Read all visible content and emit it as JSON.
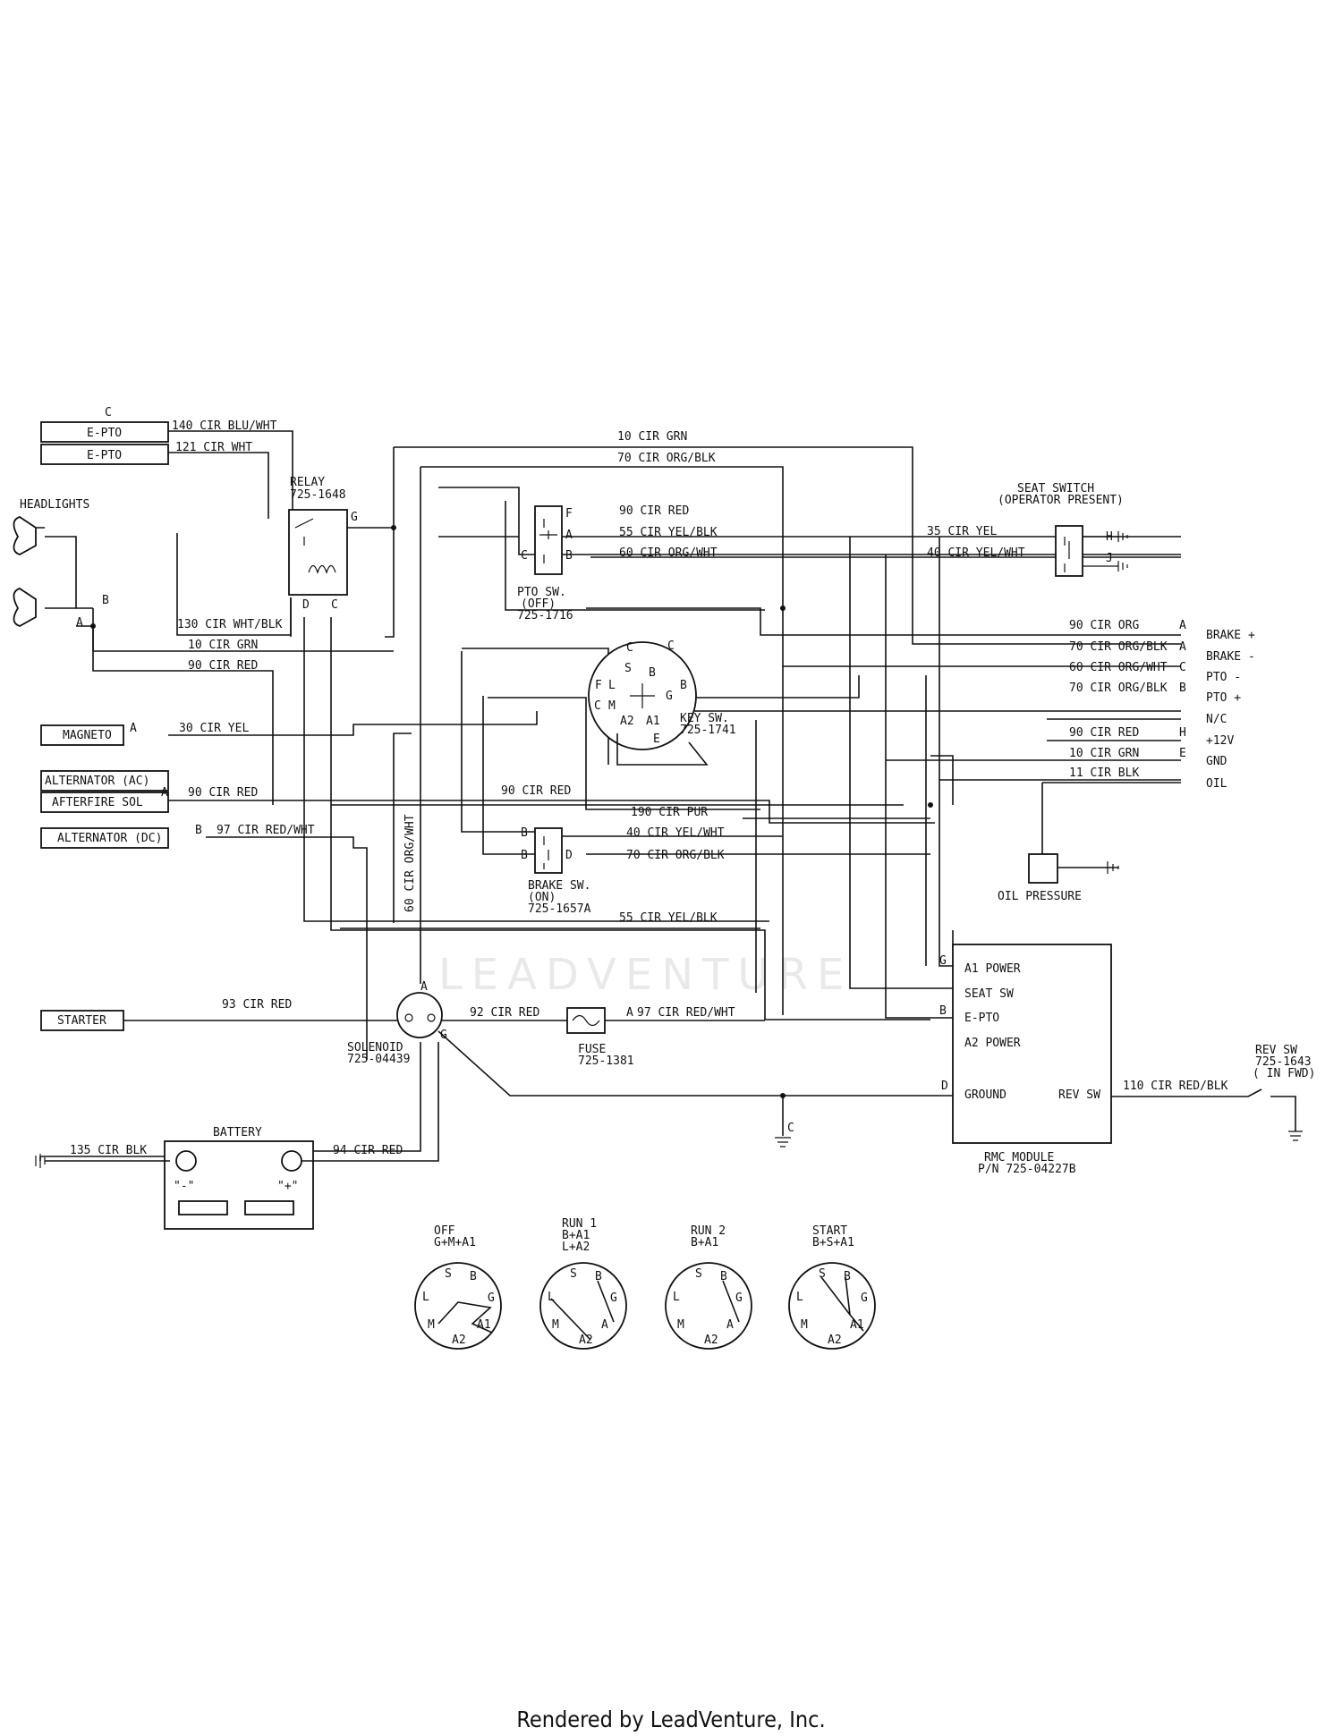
{
  "connectors": {
    "c_top": "C",
    "epto1": "E-PTO",
    "epto2": "E-PTO",
    "headlights": "HEADLIGHTS",
    "magneto": "MAGNETO",
    "alt_ac": "ALTERNATOR (AC)",
    "afterfire": "AFTERFIRE SOL",
    "alt_dc": "ALTERNATOR (DC)",
    "starter": "STARTER",
    "battery": "BATTERY",
    "neg": "\"-\"",
    "pos": "\"+\""
  },
  "wires": {
    "w140": "140 CIR BLU/WHT",
    "w121": "121 CIR WHT",
    "w10a": "10 CIR GRN",
    "w70a": "70 CIR ORG/BLK",
    "w90a": "90 CIR RED",
    "w55a": "55 CIR YEL/BLK",
    "w60a": "60 CIR ORG/WHT",
    "w35": "35 CIR YEL",
    "w40a": "40 CIR YEL/WHT",
    "w130": "130 CIR WHT/BLK",
    "w10b": "10 CIR GRN",
    "w90b": "90 CIR RED",
    "w30": "30 CIR YEL",
    "w90c": "90 CIR RED",
    "w97a": "97 CIR RED/WHT",
    "w90d": "90 CIR RED",
    "w190": "190 CIR PUR",
    "w40b": "40 CIR YEL/WHT",
    "w70b": "70 CIR ORG/BLK",
    "w55b": "55 CIR YEL/BLK",
    "w60v": "60 CIR ORG/WHT",
    "w93": "93 CIR RED",
    "w92": "92 CIR RED",
    "w97b": "97 CIR RED/WHT",
    "w135": "135 CIR BLK",
    "w94": "94 CIR RED",
    "w110": "110 CIR RED/BLK",
    "r90": "90 CIR ORG",
    "r70a": "70 CIR ORG/BLK",
    "r60": "60 CIR ORG/WHT",
    "r70b": "70 CIR ORG/BLK",
    "r90red": "90 CIR RED",
    "r10": "10 CIR GRN",
    "r11": "11 CIR BLK"
  },
  "harness_right": [
    {
      "pin": "A",
      "label": "BRAKE +"
    },
    {
      "pin": "A",
      "label": "BRAKE -"
    },
    {
      "pin": "C",
      "label": "PTO -"
    },
    {
      "pin": "B",
      "label": "PTO +"
    },
    {
      "pin": "",
      "label": "N/C"
    },
    {
      "pin": "H",
      "label": "+12V"
    },
    {
      "pin": "E",
      "label": "GND"
    },
    {
      "pin": "",
      "label": "OIL"
    }
  ],
  "components": {
    "relay": "RELAY",
    "relay_pn": "725-1648",
    "pto": "PTO SW.",
    "pto_state": "(OFF)",
    "pto_pn": "725-1716",
    "seat": "SEAT SWITCH",
    "seat_sub": "(OPERATOR PRESENT)",
    "key": "KEY SW.",
    "key_pn": "725-1741",
    "brake": "BRAKE SW.",
    "brake_state": "(ON)",
    "brake_pn": "725-1657A",
    "oil": "OIL PRESSURE",
    "solenoid": "SOLENOID",
    "solenoid_pn": "725-04439",
    "fuse": "FUSE",
    "fuse_pn": "725-1381",
    "rmc": "RMC MODULE",
    "rmc_pn": "P/N 725-04227B",
    "rev": "REV SW",
    "rev_pn": "725-1643",
    "rev_state": "( IN FWD)"
  },
  "rmc_pins": {
    "a1": "A1 POWER",
    "seat": "SEAT SW",
    "epto": "E-PTO",
    "a2": "A2 POWER",
    "gnd": "GROUND",
    "rev": "REV SW"
  },
  "key_positions": [
    {
      "name": "OFF",
      "combo1": "G+M+A1",
      "combo2": ""
    },
    {
      "name": "RUN 1",
      "combo1": "B+A1",
      "combo2": "L+A2"
    },
    {
      "name": "RUN 2",
      "combo1": "B+A1",
      "combo2": ""
    },
    {
      "name": "START",
      "combo1": "B+S+A1",
      "combo2": ""
    }
  ],
  "watermark": "LEADVENTURE",
  "footer": "Rendered by LeadVenture, Inc."
}
